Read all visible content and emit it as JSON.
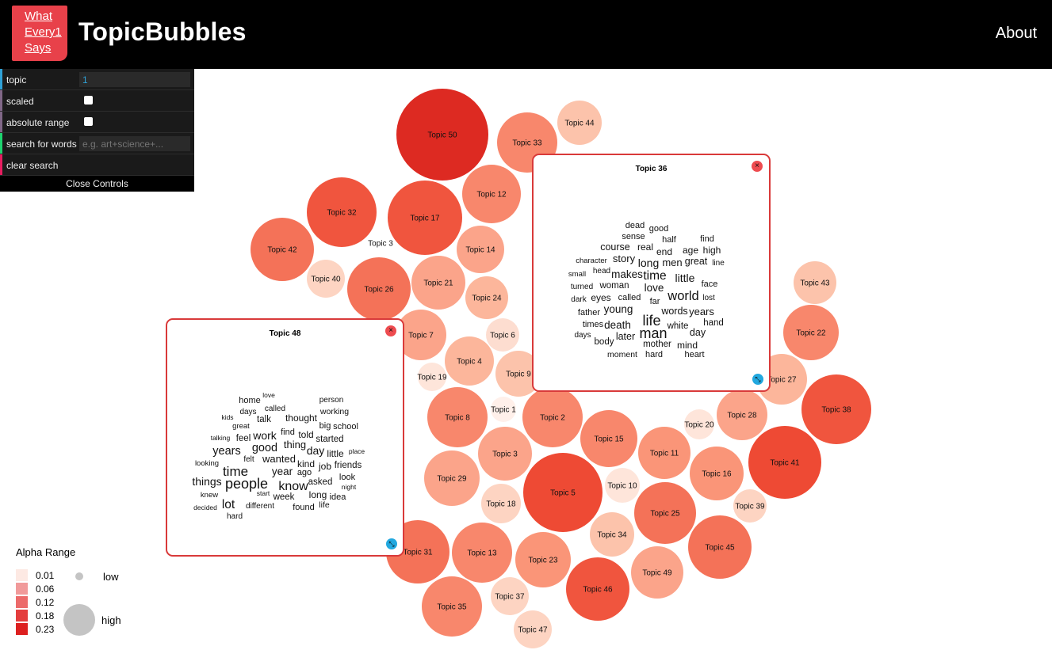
{
  "header": {
    "logo_lines": [
      "What",
      "Every1",
      "Says"
    ],
    "title": "TopicBubbles",
    "about_label": "About"
  },
  "controls": {
    "topic_label": "topic",
    "topic_value": "1",
    "scaled_label": "scaled",
    "absolute_range_label": "absolute range",
    "search_label": "search for words",
    "search_placeholder": "e.g. art+science+...",
    "clear_label": "clear search",
    "close_label": "Close Controls",
    "row_colors": [
      "#2fa1d6",
      "#806787",
      "#806787",
      "#1ed36f",
      "#e61d5f"
    ]
  },
  "bubbles": [
    {
      "label": "Topic 50",
      "color": "#dd2a22"
    },
    {
      "label": "Topic 44",
      "color": "#fcc3ab"
    },
    {
      "label": "Topic 33",
      "color": "#f8876c"
    },
    {
      "label": "Topic 12",
      "color": "#f8876c"
    },
    {
      "label": "Topic 17",
      "color": "#f0553e"
    },
    {
      "label": "Topic 32",
      "color": "#f0553e"
    },
    {
      "label": "Topic 3",
      "color": "#ffffff"
    },
    {
      "label": "Topic 42",
      "color": "#f47258"
    },
    {
      "label": "Topic 14",
      "color": "#fba48a"
    },
    {
      "label": "Topic 40",
      "color": "#fdd4c2"
    },
    {
      "label": "Topic 26",
      "color": "#f47258"
    },
    {
      "label": "Topic 21",
      "color": "#fba48a"
    },
    {
      "label": "Topic 24",
      "color": "#fcb69b"
    },
    {
      "label": "Topic 7",
      "color": "#fba48a"
    },
    {
      "label": "Topic 6",
      "color": "#fdddd0"
    },
    {
      "label": "Topic 4",
      "color": "#fcb69b"
    },
    {
      "label": "Topic 19",
      "color": "#fee5da"
    },
    {
      "label": "Topic 9",
      "color": "#fcc3ab"
    },
    {
      "label": "Topic 1",
      "color": "#fff0ea"
    },
    {
      "label": "Topic 8",
      "color": "#f8876c"
    },
    {
      "label": "Topic 2",
      "color": "#f8876c"
    },
    {
      "label": "Topic 3",
      "color": "#fba48a"
    },
    {
      "label": "Topic 29",
      "color": "#fba48a"
    },
    {
      "label": "Topic 18",
      "color": "#fdd4c2"
    },
    {
      "label": "Topic 5",
      "color": "#ee4a34"
    },
    {
      "label": "Topic 15",
      "color": "#f8876c"
    },
    {
      "label": "Topic 10",
      "color": "#fee5da"
    },
    {
      "label": "Topic 11",
      "color": "#fa9578"
    },
    {
      "label": "Topic 20",
      "color": "#fee5da"
    },
    {
      "label": "Topic 28",
      "color": "#fba48a"
    },
    {
      "label": "Topic 16",
      "color": "#fa9578"
    },
    {
      "label": "Topic 34",
      "color": "#fcc3ab"
    },
    {
      "label": "Topic 25",
      "color": "#f47258"
    },
    {
      "label": "Topic 39",
      "color": "#fdd4c2"
    },
    {
      "label": "Topic 41",
      "color": "#ee4a34"
    },
    {
      "label": "Topic 38",
      "color": "#f0553e"
    },
    {
      "label": "Topic 27",
      "color": "#fcb69b"
    },
    {
      "label": "Topic 22",
      "color": "#f8876c"
    },
    {
      "label": "Topic 43",
      "color": "#fcc3ab"
    },
    {
      "label": "Topic 45",
      "color": "#f47258"
    },
    {
      "label": "Topic 49",
      "color": "#fba48a"
    },
    {
      "label": "Topic 46",
      "color": "#f0553e"
    },
    {
      "label": "Topic 23",
      "color": "#fa9578"
    },
    {
      "label": "Topic 13",
      "color": "#f8876c"
    },
    {
      "label": "Topic 31",
      "color": "#f47258"
    },
    {
      "label": "Topic 35",
      "color": "#f8876c"
    },
    {
      "label": "Topic 37",
      "color": "#fdd4c2"
    },
    {
      "label": "Topic 47",
      "color": "#fdd4c2"
    },
    {
      "label": "Topic 36",
      "color": "#fa9578"
    },
    {
      "label": "Topic 48",
      "color": "#f8876c"
    }
  ],
  "panels": [
    {
      "title": "Topic 36",
      "close_icon": "×",
      "expand_icon": "⤡",
      "words": [
        {
          "t": "dead",
          "w": 0.3
        },
        {
          "t": "good",
          "w": 0.3
        },
        {
          "t": "sense",
          "w": 0.3
        },
        {
          "t": "half",
          "w": 0.3
        },
        {
          "t": "find",
          "w": 0.3
        },
        {
          "t": "course",
          "w": 0.45
        },
        {
          "t": "real",
          "w": 0.4
        },
        {
          "t": "end",
          "w": 0.4
        },
        {
          "t": "age",
          "w": 0.4
        },
        {
          "t": "high",
          "w": 0.4
        },
        {
          "t": "character",
          "w": 0.15
        },
        {
          "t": "story",
          "w": 0.5
        },
        {
          "t": "long",
          "w": 0.6
        },
        {
          "t": "men",
          "w": 0.5
        },
        {
          "t": "great",
          "w": 0.45
        },
        {
          "t": "line",
          "w": 0.2
        },
        {
          "t": "small",
          "w": 0.15
        },
        {
          "t": "head",
          "w": 0.2
        },
        {
          "t": "makes",
          "w": 0.55
        },
        {
          "t": "time",
          "w": 0.75
        },
        {
          "t": "little",
          "w": 0.6
        },
        {
          "t": "turned",
          "w": 0.2
        },
        {
          "t": "woman",
          "w": 0.35
        },
        {
          "t": "love",
          "w": 0.55
        },
        {
          "t": "face",
          "w": 0.3
        },
        {
          "t": "dark",
          "w": 0.2
        },
        {
          "t": "eyes",
          "w": 0.4
        },
        {
          "t": "called",
          "w": 0.3
        },
        {
          "t": "far",
          "w": 0.3
        },
        {
          "t": "world",
          "w": 0.85
        },
        {
          "t": "lost",
          "w": 0.2
        },
        {
          "t": "father",
          "w": 0.3
        },
        {
          "t": "young",
          "w": 0.55
        },
        {
          "t": "words",
          "w": 0.45
        },
        {
          "t": "years",
          "w": 0.5
        },
        {
          "t": "life",
          "w": 1.0
        },
        {
          "t": "times",
          "w": 0.3
        },
        {
          "t": "death",
          "w": 0.55
        },
        {
          "t": "white",
          "w": 0.35
        },
        {
          "t": "hand",
          "w": 0.35
        },
        {
          "t": "man",
          "w": 1.0
        },
        {
          "t": "days",
          "w": 0.2
        },
        {
          "t": "later",
          "w": 0.45
        },
        {
          "t": "day",
          "w": 0.45
        },
        {
          "t": "body",
          "w": 0.35
        },
        {
          "t": "mother",
          "w": 0.35
        },
        {
          "t": "mind",
          "w": 0.4
        },
        {
          "t": "moment",
          "w": 0.25
        },
        {
          "t": "hard",
          "w": 0.3
        },
        {
          "t": "heart",
          "w": 0.3
        }
      ]
    },
    {
      "title": "Topic 48",
      "close_icon": "×",
      "expand_icon": "⤡",
      "words": [
        {
          "t": "love",
          "w": 0.05
        },
        {
          "t": "home",
          "w": 0.3
        },
        {
          "t": "person",
          "w": 0.2
        },
        {
          "t": "days",
          "w": 0.2
        },
        {
          "t": "called",
          "w": 0.2
        },
        {
          "t": "working",
          "w": 0.25
        },
        {
          "t": "kids",
          "w": 0.05
        },
        {
          "t": "talk",
          "w": 0.35
        },
        {
          "t": "thought",
          "w": 0.4
        },
        {
          "t": "great",
          "w": 0.15
        },
        {
          "t": "big",
          "w": 0.3
        },
        {
          "t": "school",
          "w": 0.3
        },
        {
          "t": "find",
          "w": 0.3
        },
        {
          "t": "work",
          "w": 0.6
        },
        {
          "t": "told",
          "w": 0.4
        },
        {
          "t": "talking",
          "w": 0.05
        },
        {
          "t": "feel",
          "w": 0.35
        },
        {
          "t": "thing",
          "w": 0.5
        },
        {
          "t": "started",
          "w": 0.35
        },
        {
          "t": "years",
          "w": 0.65
        },
        {
          "t": "good",
          "w": 0.65
        },
        {
          "t": "day",
          "w": 0.6
        },
        {
          "t": "place",
          "w": 0.05
        },
        {
          "t": "little",
          "w": 0.4
        },
        {
          "t": "felt",
          "w": 0.2
        },
        {
          "t": "wanted",
          "w": 0.5
        },
        {
          "t": "kind",
          "w": 0.4
        },
        {
          "t": "looking",
          "w": 0.15
        },
        {
          "t": "friends",
          "w": 0.35
        },
        {
          "t": "job",
          "w": 0.4
        },
        {
          "t": "time",
          "w": 0.9
        },
        {
          "t": "year",
          "w": 0.55
        },
        {
          "t": "ago",
          "w": 0.3
        },
        {
          "t": "look",
          "w": 0.3
        },
        {
          "t": "things",
          "w": 0.6
        },
        {
          "t": "people",
          "w": 1.0
        },
        {
          "t": "asked",
          "w": 0.35
        },
        {
          "t": "know",
          "w": 0.8
        },
        {
          "t": "night",
          "w": 0.05
        },
        {
          "t": "knew",
          "w": 0.15
        },
        {
          "t": "start",
          "w": 0.05
        },
        {
          "t": "week",
          "w": 0.35
        },
        {
          "t": "long",
          "w": 0.4
        },
        {
          "t": "idea",
          "w": 0.3
        },
        {
          "t": "lot",
          "w": 0.75
        },
        {
          "t": "decided",
          "w": 0.05
        },
        {
          "t": "different",
          "w": 0.2
        },
        {
          "t": "found",
          "w": 0.3
        },
        {
          "t": "life",
          "w": 0.25
        },
        {
          "t": "hard",
          "w": 0.2
        }
      ]
    }
  ],
  "legend": {
    "alpha_title": "Alpha Range",
    "alpha_values": [
      "0.01",
      "0.06",
      "0.12",
      "0.18",
      "0.23"
    ],
    "alpha_colors": [
      "#fde9e3",
      "#f19a9a",
      "#ec6a6a",
      "#e43d3d",
      "#dd2020"
    ],
    "size_low": "low",
    "size_high": "high"
  }
}
